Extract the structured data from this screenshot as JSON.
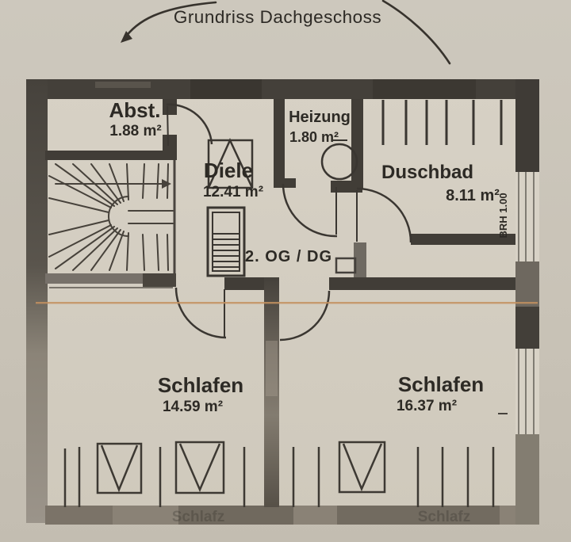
{
  "title": "Grundriss Dachgeschoss",
  "level_label": "2. OG / DG",
  "rooms": {
    "abst": {
      "name": "Abst.",
      "area": "1.88 m²"
    },
    "heizung": {
      "name": "Heizung",
      "area": "1.80 m²"
    },
    "duschbad": {
      "name": "Duschbad",
      "area": "8.11 m²"
    },
    "diele": {
      "name": "Diele",
      "area": "12.41 m²"
    },
    "schlafen_left": {
      "name": "Schlafen",
      "area": "14.59 m²"
    },
    "schlafen_right": {
      "name": "Schlafen",
      "area": "16.37 m²"
    }
  },
  "annotations": {
    "window_sill": "BRH 1.00",
    "bleed_text": "Schlafz"
  },
  "symbols": [
    "title-arrow-swoosh",
    "stair-run-arrow-icon",
    "winder-staircase",
    "roof-window-icon",
    "chimney-shaft-icon",
    "boiler-circle-icon",
    "door-swing-arc",
    "knee-wall-tick-marks",
    "sloped-ceiling-hatch"
  ],
  "colors": {
    "paper": "#c9c3b7",
    "floor": "#d4cec2",
    "wall_dark": "#413d37",
    "wall_gray": "#8a8377",
    "ink": "#2d2a25",
    "scan_line_orange": "#c3915f"
  }
}
